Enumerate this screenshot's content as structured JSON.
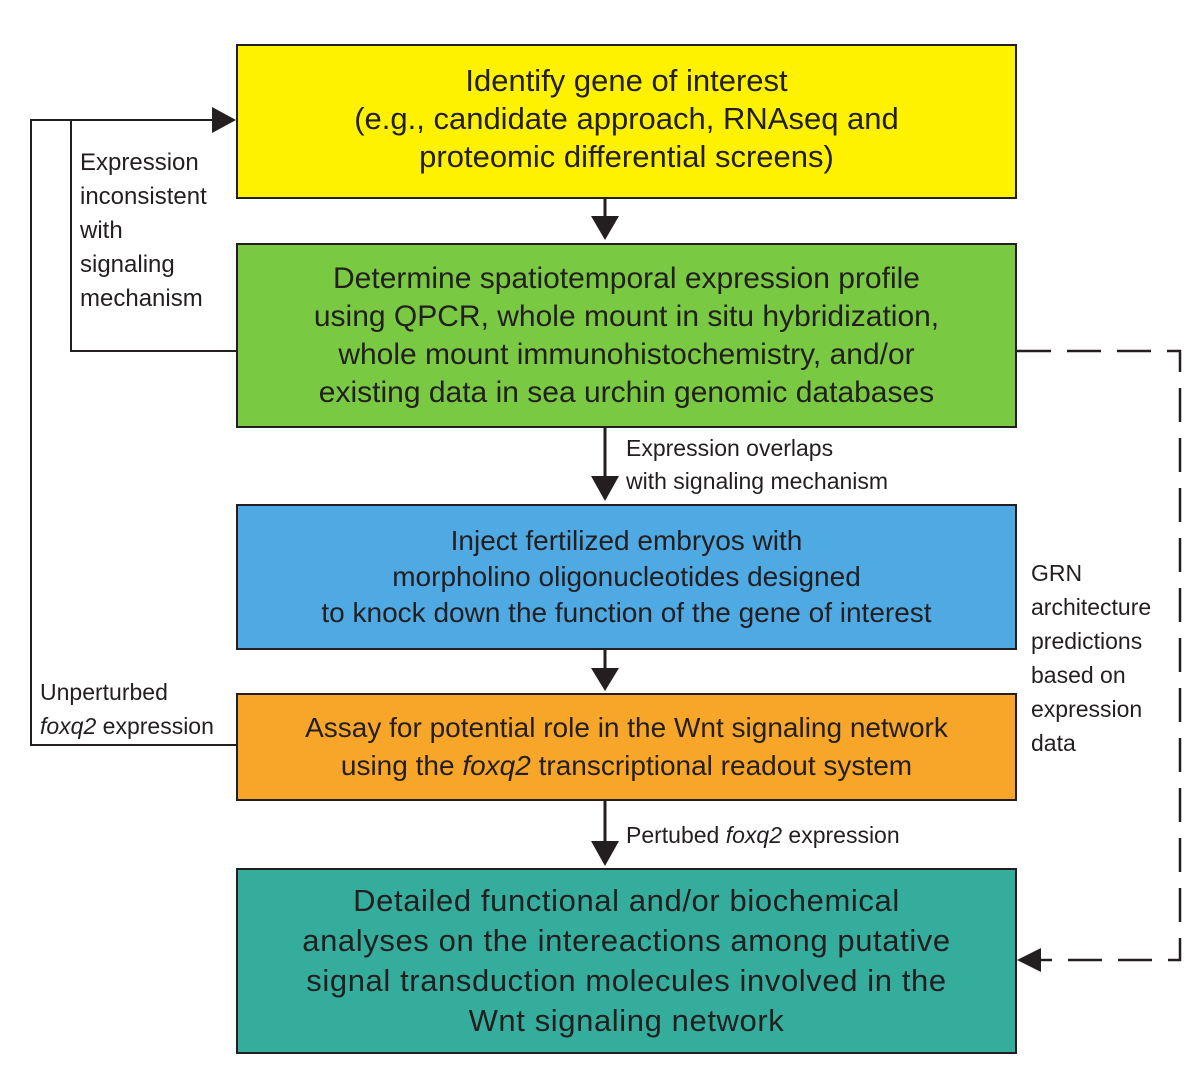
{
  "colors": {
    "box1": "#fff200",
    "box2": "#7ac943",
    "box3": "#4fa9e3",
    "box4": "#f7a629",
    "box5": "#35ad9d",
    "line": "#231f20"
  },
  "boxes": {
    "identify_gene": [
      "Identify gene of interest",
      "(e.g., candidate approach, RNAseq and",
      "proteomic differential  screens)"
    ],
    "expression_profile": [
      "Determine spatiotemporal expression profile",
      "using QPCR,  whole mount in situ hybridization,",
      "whole mount immunohistochemistry, and/or",
      "existing data in sea urchin genomic databases"
    ],
    "inject_embryos": [
      "Inject fertilized embryos with",
      "morpholino oligonucleotides designed",
      "to knock down the function of the gene of interest"
    ],
    "assay": {
      "line1": "Assay for potential role in the Wnt signaling network",
      "line2_pre": "using the ",
      "line2_gene": "foxq2",
      "line2_post": " transcriptional readout system"
    },
    "detailed_analyses": [
      "Detailed functional  and/or biochemical",
      "analyses on the intereactions among putative",
      "signal transduction molecules involved in the",
      "Wnt signaling network"
    ]
  },
  "labels": {
    "expression_inconsistent": [
      "Expression",
      "inconsistent",
      "with",
      "signaling",
      "mechanism"
    ],
    "expression_overlaps": [
      "Expression overlaps",
      "with signaling mechanism"
    ],
    "unperturbed": {
      "line1": "Unperturbed",
      "gene": "foxq2",
      "post": " expression"
    },
    "perturbed": {
      "pre": "Pertubed ",
      "gene": "foxq2",
      "post": " expression"
    },
    "grn_predictions": [
      "GRN",
      "architecture",
      "predictions",
      "based on",
      "expression",
      "data"
    ]
  }
}
